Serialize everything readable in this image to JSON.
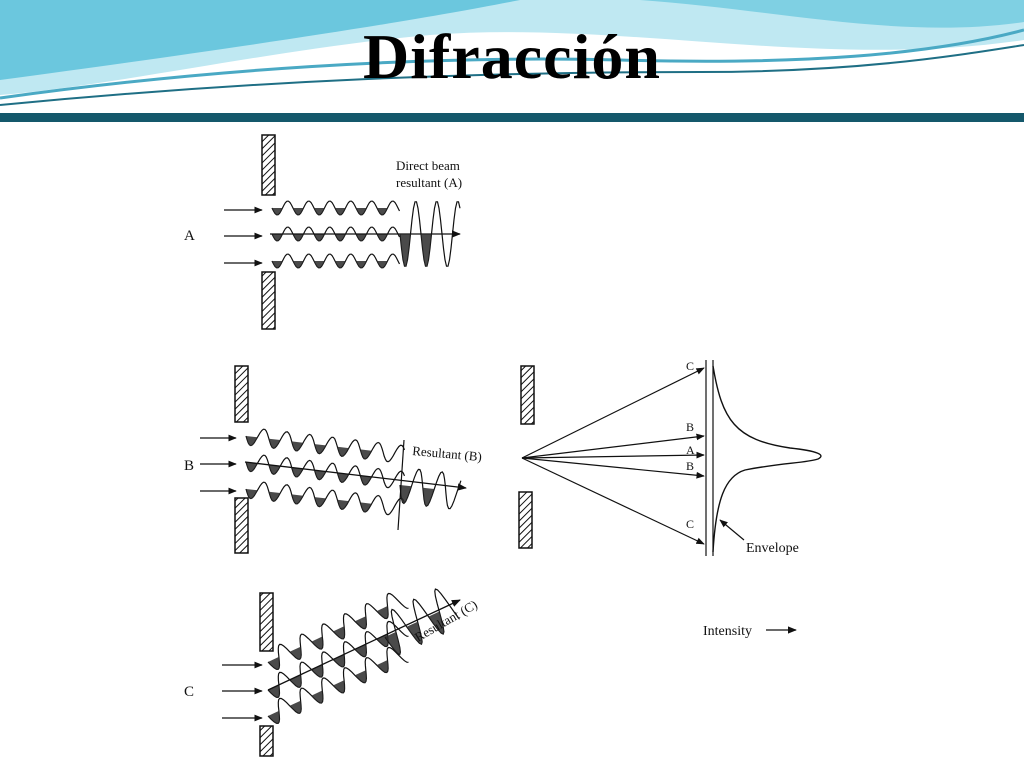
{
  "slide": {
    "title": "Difracción"
  },
  "colors": {
    "header_light": "#bfe8f2",
    "header_mid": "#5cc1da",
    "header_dark": "#1f6f85",
    "rule": "#14586b",
    "ink": "#111111"
  },
  "diagram": {
    "panel_a": {
      "label": "A",
      "resultant_line1": "Direct beam",
      "resultant_line2": "resultant (A)"
    },
    "panel_b": {
      "label": "B",
      "resultant": "Resultant (B)"
    },
    "panel_c": {
      "label": "C",
      "resultant": "Resultant (C)"
    },
    "intensity_plot": {
      "ray_label_c_top": "C",
      "ray_label_b_top": "B",
      "ray_label_a": "A",
      "ray_label_b_bottom": "B",
      "ray_label_c_bottom": "C",
      "envelope_label": "Envelope",
      "intensity_label": "Intensity"
    }
  }
}
